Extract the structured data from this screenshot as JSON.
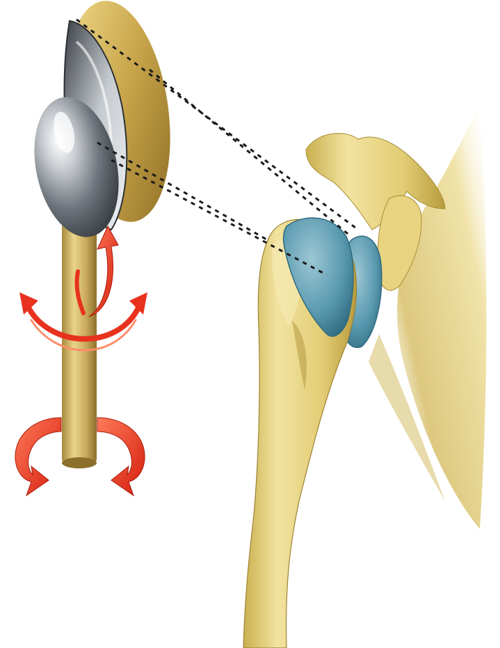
{
  "colors": {
    "bone": "#e6d278",
    "bone_dark": "#b39a3c",
    "cartilage": "#5b9ab0",
    "metal": "#8e959c",
    "arrow": "#e8321e",
    "guide_line": "#1a1a1a",
    "background": "#ffffff"
  },
  "parts": {
    "glenoid_socket_model": "glenoid-socket-icon",
    "humeral_ball_model": "humeral-ball-icon",
    "shaft_model": "cylindrical-shaft-icon",
    "anatomy": "shoulder-joint-bones",
    "motion_indicators": [
      "flexion-arrow",
      "abduction-arrow",
      "rotation-arrow"
    ]
  }
}
